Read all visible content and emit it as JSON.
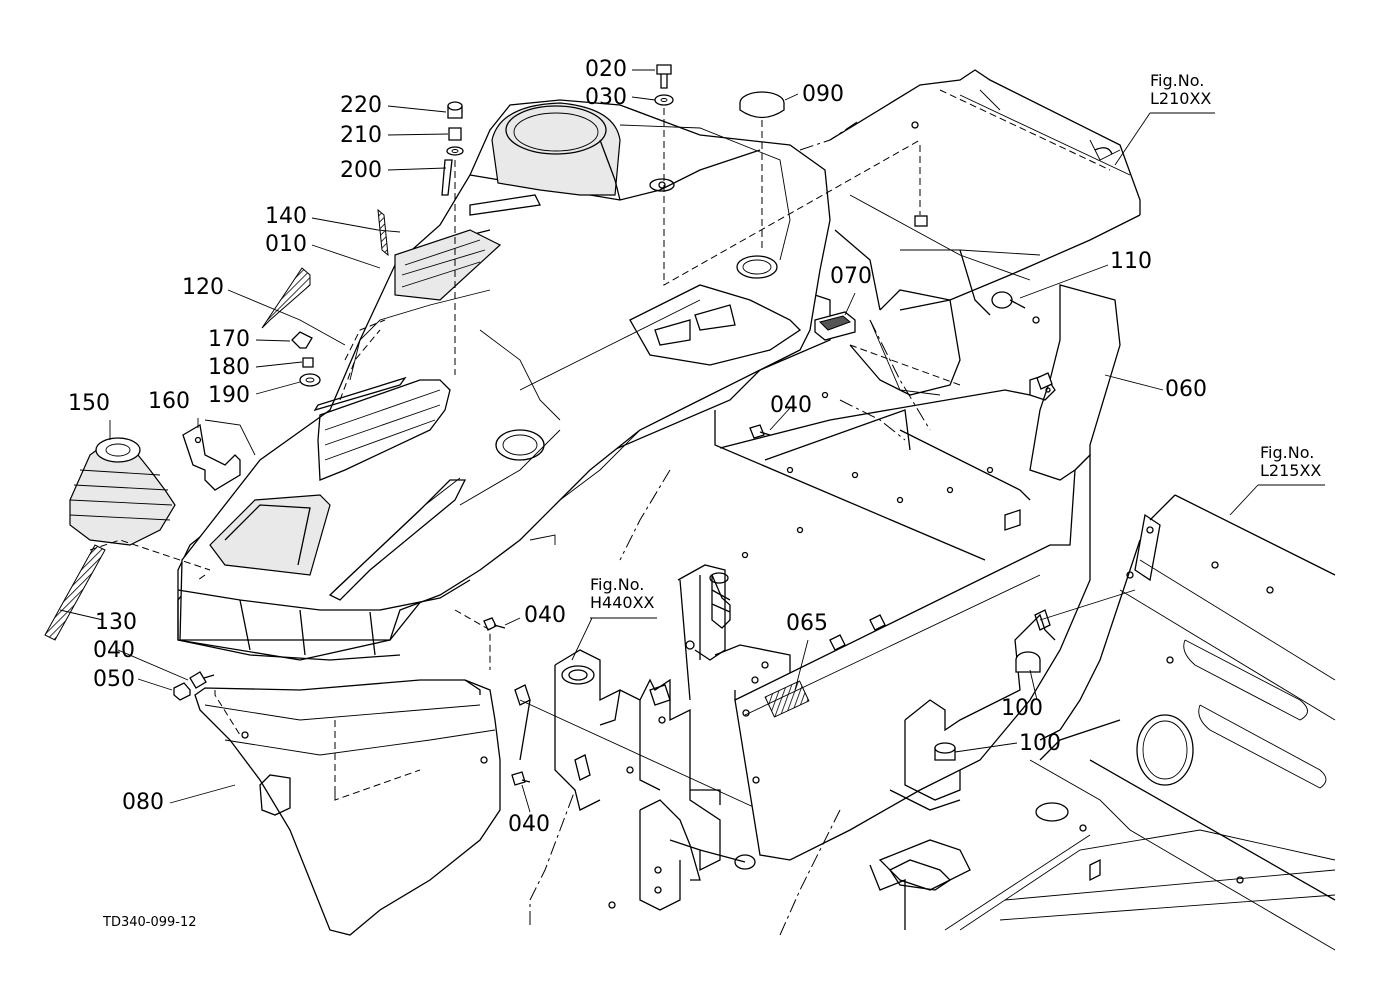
{
  "drawing_code": "TD340-099-12",
  "labels": [
    {
      "id": "l220",
      "text": "220"
    },
    {
      "id": "l210",
      "text": "210"
    },
    {
      "id": "l200",
      "text": "200"
    },
    {
      "id": "l140",
      "text": "140"
    },
    {
      "id": "l010",
      "text": "010"
    },
    {
      "id": "l120",
      "text": "120"
    },
    {
      "id": "l170",
      "text": "170"
    },
    {
      "id": "l180",
      "text": "180"
    },
    {
      "id": "l190",
      "text": "190"
    },
    {
      "id": "l150",
      "text": "150"
    },
    {
      "id": "l160",
      "text": "160"
    },
    {
      "id": "l130",
      "text": "130"
    },
    {
      "id": "l040a",
      "text": "040"
    },
    {
      "id": "l050",
      "text": "050"
    },
    {
      "id": "l080",
      "text": "080"
    },
    {
      "id": "l020",
      "text": "020"
    },
    {
      "id": "l030",
      "text": "030"
    },
    {
      "id": "l090",
      "text": "090"
    },
    {
      "id": "l070",
      "text": "070"
    },
    {
      "id": "l110",
      "text": "110"
    },
    {
      "id": "l060",
      "text": "060"
    },
    {
      "id": "l040b",
      "text": "040"
    },
    {
      "id": "l040c",
      "text": "040"
    },
    {
      "id": "l040d",
      "text": "040"
    },
    {
      "id": "l065",
      "text": "065"
    },
    {
      "id": "l100a",
      "text": "100"
    },
    {
      "id": "l100b",
      "text": "100"
    }
  ],
  "figure_refs": [
    {
      "id": "fig-l210",
      "caption": "Fig.No.",
      "number": "L210XX"
    },
    {
      "id": "fig-l215",
      "caption": "Fig.No.",
      "number": "L215XX"
    },
    {
      "id": "fig-h440",
      "caption": "Fig.No.",
      "number": "H440XX"
    }
  ]
}
